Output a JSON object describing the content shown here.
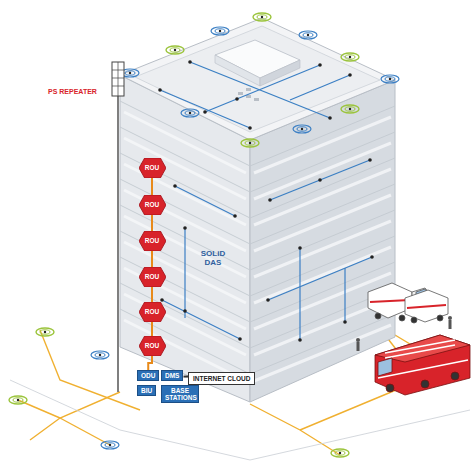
{
  "diagram": {
    "nodes": [
      {
        "text": [
          "ROU"
        ]
      },
      {
        "text": [
          "ROU"
        ]
      },
      {
        "text": [
          "ROU"
        ]
      },
      {
        "text": [
          "ROU"
        ]
      },
      {
        "text": [
          "ROU"
        ]
      },
      {
        "text": [
          "ROU"
        ]
      },
      {
        "text": [
          "INTERNET CLOUD"
        ]
      },
      {
        "text": [
          "ODU"
        ]
      },
      {
        "text": [
          "DMS"
        ]
      },
      {
        "text": [
          "BIU"
        ]
      },
      {
        "text": [
          "BASE STATIONS"
        ]
      }
    ],
    "edges": [
      {
        "from": 0,
        "to": 1,
        "arrow": "none"
      },
      {
        "from": 1,
        "to": 2,
        "arrow": "none"
      },
      {
        "from": 2,
        "to": 3,
        "arrow": "none"
      },
      {
        "from": 3,
        "to": 4,
        "arrow": "none"
      },
      {
        "from": 4,
        "to": 5,
        "arrow": "none"
      },
      {
        "from": 5,
        "to": 7,
        "arrow": "none"
      },
      {
        "from": 6,
        "to": 8,
        "arrow": "none"
      }
    ],
    "labels": [
      "PS REPEATER",
      "SOLiD DAS"
    ]
  }
}
